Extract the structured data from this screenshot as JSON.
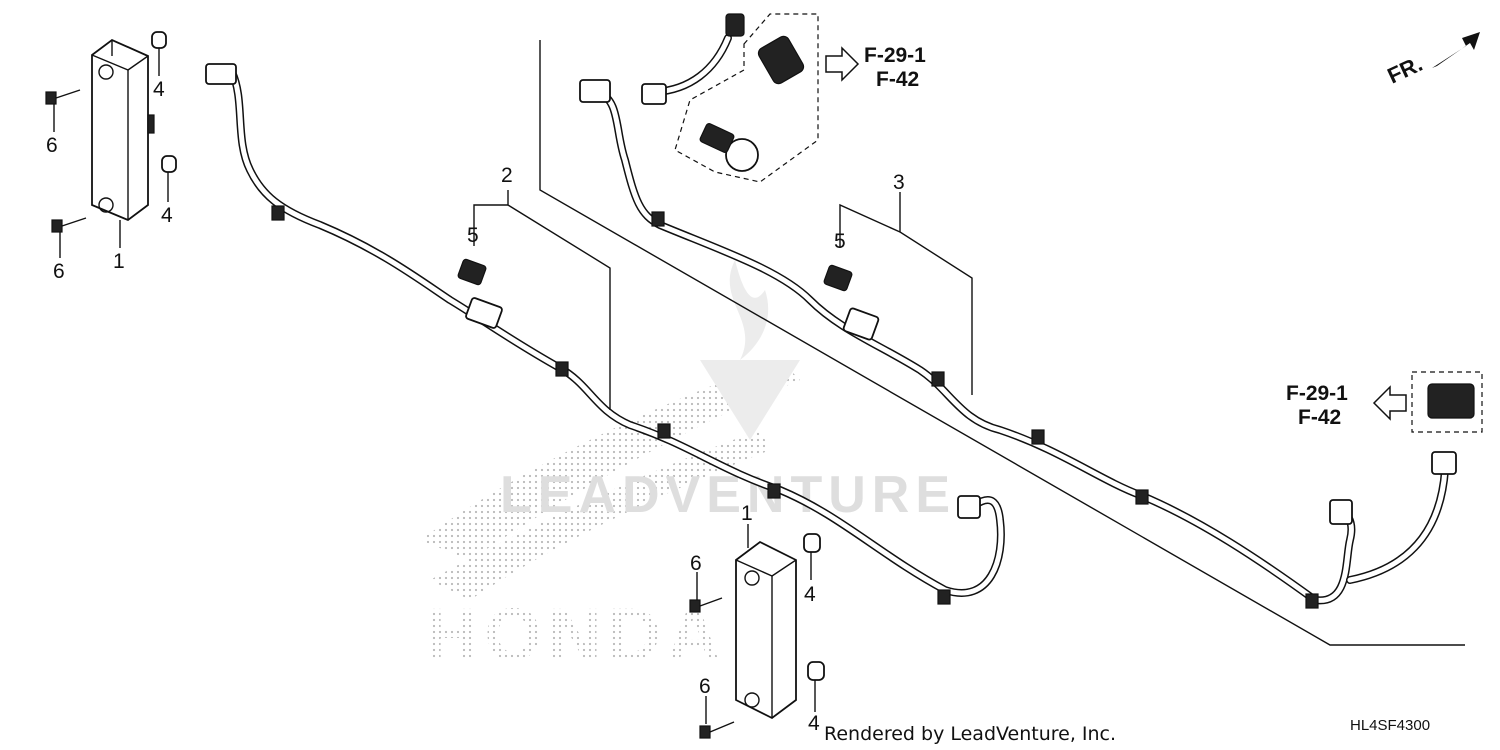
{
  "orientation_label": "FR.",
  "callouts": {
    "lamp_top": "1",
    "lamp_bottom": "1",
    "harness_left": "2",
    "harness_right": "3",
    "collar_a": "4",
    "collar_b": "4",
    "collar_c": "4",
    "collar_d": "4",
    "clip_left": "5",
    "clip_right": "5",
    "bolt_a": "6",
    "bolt_b": "6",
    "bolt_c": "6",
    "bolt_d": "6"
  },
  "refs": {
    "top_line1": "F-29-1",
    "top_line2": "F-42",
    "right_line1": "F-29-1",
    "right_line2": "F-42"
  },
  "watermark": {
    "brand": "LEADVENTURE",
    "make": "HONDA"
  },
  "footer": {
    "rendered_by": "Rendered by LeadVenture, Inc.",
    "diagram_code": "HL4SF4300"
  }
}
